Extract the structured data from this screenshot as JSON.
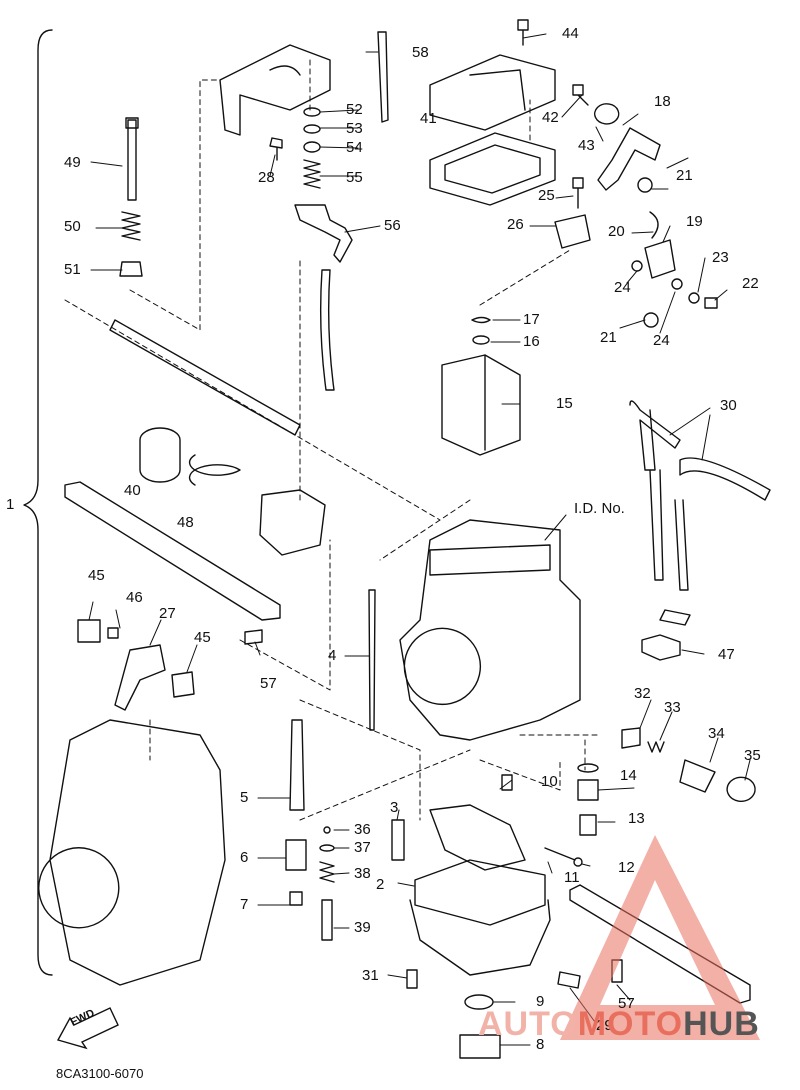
{
  "diagram": {
    "callouts": [
      "1",
      "2",
      "3",
      "4",
      "5",
      "6",
      "7",
      "8",
      "9",
      "10",
      "11",
      "12",
      "13",
      "14",
      "15",
      "16",
      "17",
      "18",
      "19",
      "20",
      "21",
      "21",
      "22",
      "23",
      "24",
      "24",
      "25",
      "26",
      "27",
      "28",
      "29",
      "30",
      "31",
      "32",
      "33",
      "34",
      "35",
      "36",
      "37",
      "38",
      "39",
      "40",
      "41",
      "42",
      "43",
      "44",
      "45",
      "45",
      "46",
      "47",
      "48",
      "49",
      "50",
      "51",
      "52",
      "53",
      "54",
      "55",
      "56",
      "57",
      "57",
      "58"
    ],
    "id_label": "I.D. No.",
    "fwd_label": "FWD",
    "part_code": "8CA3100-6070"
  },
  "watermark": {
    "part1": "AUTO",
    "part2": "MOTO",
    "part3": "HUB",
    "color_light": "#f2b2a8",
    "color_red": "#e86f5e",
    "color_dark": "#555555"
  },
  "colors": {
    "line": "#111111",
    "background": "#ffffff"
  }
}
